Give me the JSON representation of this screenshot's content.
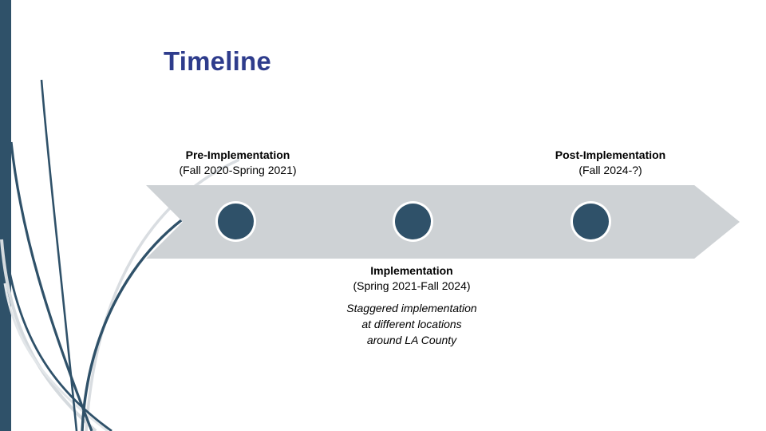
{
  "slide": {
    "title": "Timeline",
    "title_color": "#2e3c8c",
    "background_color": "#ffffff"
  },
  "theme": {
    "arrow_fill": "#ced2d5",
    "milestone_fill": "#2f5169",
    "milestone_ring": "#ffffff",
    "accent_dark": "#2f5169",
    "accent_light": "#d5dade",
    "text_color": "#000000"
  },
  "timeline": {
    "arrow_direction": "right",
    "milestones": [
      {
        "name": "milestone-1",
        "filled": true
      },
      {
        "name": "milestone-2",
        "filled": true
      },
      {
        "name": "milestone-3",
        "filled": true
      }
    ],
    "phases": [
      {
        "id": "pre",
        "title": "Pre-Implementation",
        "period": "(Fall 2020-Spring 2021)",
        "position": "above-left"
      },
      {
        "id": "post",
        "title": "Post-Implementation",
        "period": "(Fall 2024-?)",
        "position": "above-right"
      },
      {
        "id": "implementation",
        "title": "Implementation",
        "period": "(Spring 2021-Fall 2024)",
        "note": "Staggered implementation at different locations around LA County",
        "position": "below-center"
      }
    ]
  }
}
